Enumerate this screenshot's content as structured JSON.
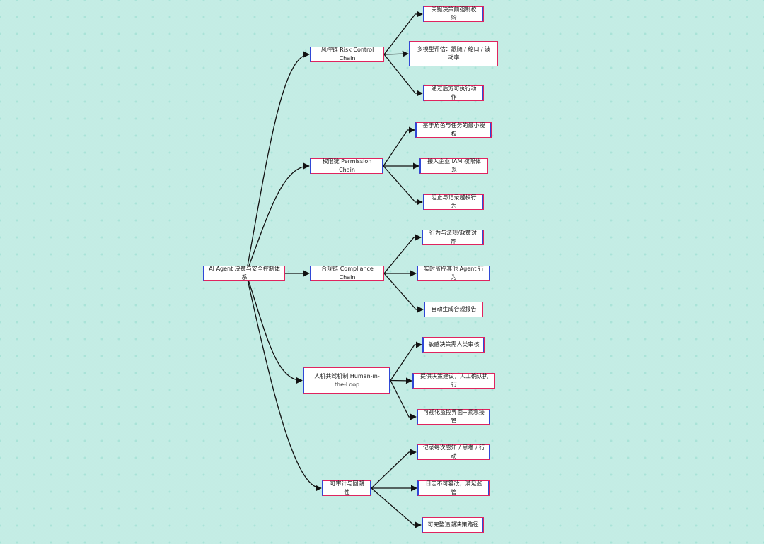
{
  "colors": {
    "edge": "#111111",
    "node_border": "#e0245e",
    "node_border_left": "#2f48d6"
  },
  "root": "AI Agent 决策与安全控制体系",
  "branches": [
    {
      "label": "风控链 Risk Control Chain",
      "children": [
        "关键决策前强制校验",
        "多模型评估：跟随 / 缩口 / 波动率",
        "通过后方可执行动作"
      ]
    },
    {
      "label": "权限链 Permission Chain",
      "children": [
        "基于角色与任务的最小授权",
        "接入企业 IAM 权限体系",
        "阻止与记录越权行为"
      ]
    },
    {
      "label": "合规链 Compliance Chain",
      "children": [
        "行为与法规/政策对齐",
        "实时监控其他 Agent 行为",
        "自动生成合规报告"
      ]
    },
    {
      "label": "人机共驾机制 Human-in-the-Loop",
      "children": [
        "敏感决策需人类审核",
        "提供决策建议，人工确认执行",
        "可视化监控界面+紧急接管"
      ]
    },
    {
      "label": "可审计与回溯性",
      "children": [
        "记录每次感知 / 思考 / 行动",
        "日志不可篡改，满足监管",
        "可完整追溯决策路径"
      ]
    }
  ]
}
